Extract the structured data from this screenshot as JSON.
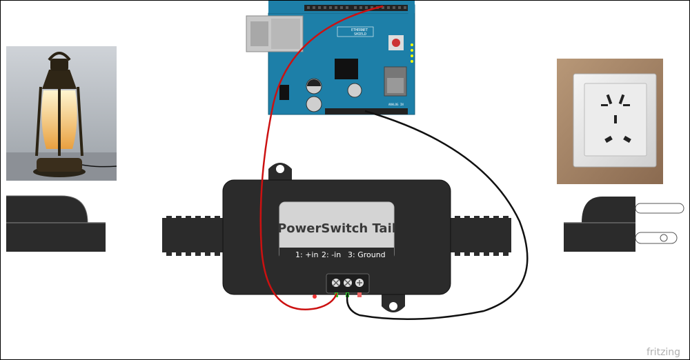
{
  "powerswitch": {
    "title": "PowerSwitch Tail",
    "pins": [
      "1: +in",
      "2: -in",
      "3: Ground"
    ]
  },
  "arduino_shield": {
    "label_line1": "ETHERNET",
    "label_line2": "SHIELD",
    "analog_label": "ANALOG IN"
  },
  "watermark": "fritzing",
  "colors": {
    "wire_positive": "#cc1111",
    "wire_negative": "#111111",
    "board_blue": "#1d7fa8",
    "device_body": "#2b2b2b",
    "label_panel": "#d4d4d4"
  },
  "icons": [
    "lantern-lamp-photo",
    "wall-socket-photo",
    "power-plug-icon",
    "power-socket-icon"
  ]
}
